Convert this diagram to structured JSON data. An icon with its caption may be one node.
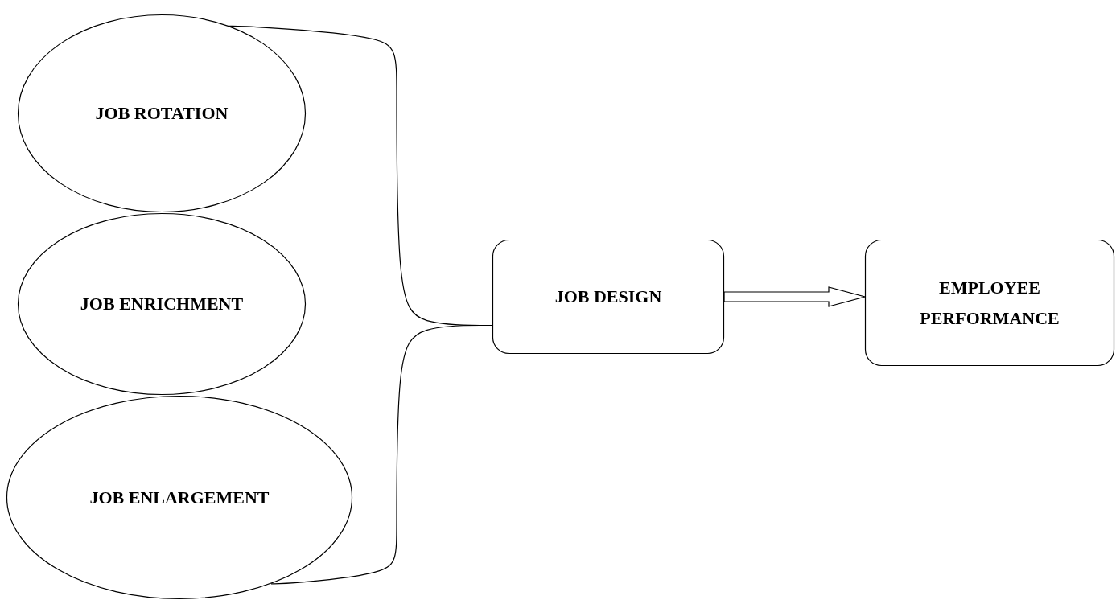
{
  "diagram": {
    "nodes": [
      {
        "text": [
          "JOB ROTATION"
        ]
      },
      {
        "text": [
          "JOB ENRICHMENT"
        ]
      },
      {
        "text": [
          "JOB ENLARGEMENT"
        ]
      },
      {
        "text": [
          "JOB DESIGN"
        ]
      },
      {
        "text": [
          "EMPLOYEE PERFORMANCE"
        ]
      }
    ],
    "edges": [
      {
        "from": 0,
        "to": 3,
        "arrow": "none"
      },
      {
        "from": 2,
        "to": 3,
        "arrow": "none"
      },
      {
        "from": 3,
        "to": 4,
        "arrow": "to",
        "style": "thick"
      }
    ]
  }
}
